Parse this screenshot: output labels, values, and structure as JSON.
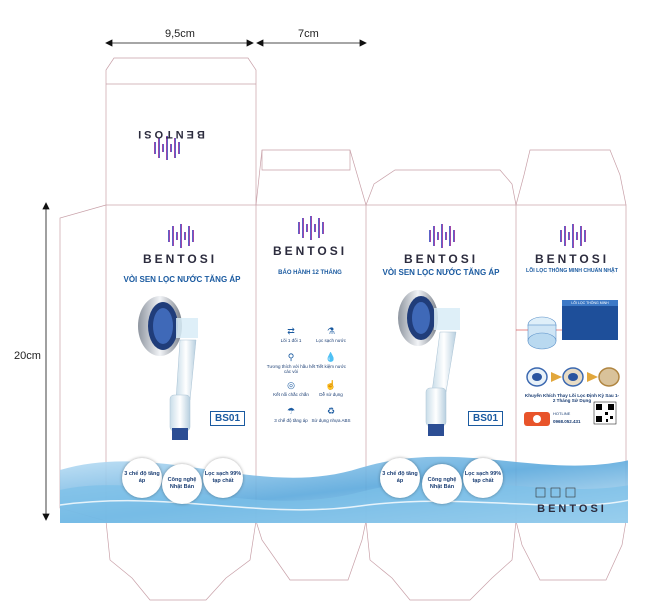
{
  "dimensions": {
    "width_label": "9,5cm",
    "depth_label": "7cm",
    "height_label": "20cm"
  },
  "brand": {
    "name": "BENTOSI",
    "name_inverted": "BENTOSI"
  },
  "front_panel": {
    "title": "VÒI SEN LỌC NƯỚC TĂNG ÁP",
    "model": "BS01",
    "badges": [
      "3 chế độ tăng áp",
      "Công nghệ Nhật Bản",
      "Lọc sạch 99% tạp chất"
    ]
  },
  "side_panel": {
    "title": "BẢO HÀNH 12 THÁNG",
    "features": [
      {
        "label": "Lõi 1 đổi 1",
        "icon": "swap-icon"
      },
      {
        "label": "Lọc sạch nước",
        "icon": "filter-icon"
      },
      {
        "label": "Tương thích với hầu hết các vòi",
        "icon": "faucet-icon"
      },
      {
        "label": "Tiết kiệm nước",
        "icon": "drop-hand-icon"
      },
      {
        "label": "Kết nối chắc chắn",
        "icon": "ring-icon"
      },
      {
        "label": "Dễ sử dụng",
        "icon": "hand-icon"
      },
      {
        "label": "3 chế độ tăng áp",
        "icon": "shower-icon"
      },
      {
        "label": "Sử dụng nhựa ABS",
        "icon": "recycle-icon"
      }
    ]
  },
  "back_panel": {
    "title": "LÕI LỌC THÔNG MINH CHUẨN NHẬT",
    "info_header": "LÕI LỌC THÔNG MINH",
    "recommendation": "Khuyến Khích Thay Lõi Lọc Định Kỳ Sau 1-2 Tháng Sử Dụng",
    "hotline_label": "HOTLINE",
    "hotline_number": "0968.052.431",
    "brand": "BENTOSI"
  },
  "colors": {
    "accent": "#1a5aa0",
    "brand_gradient_start": "#3a6fd8",
    "brand_gradient_end": "#c03a9a",
    "wave": "#4a9fd8",
    "hotline_badge": "#e8542a"
  }
}
